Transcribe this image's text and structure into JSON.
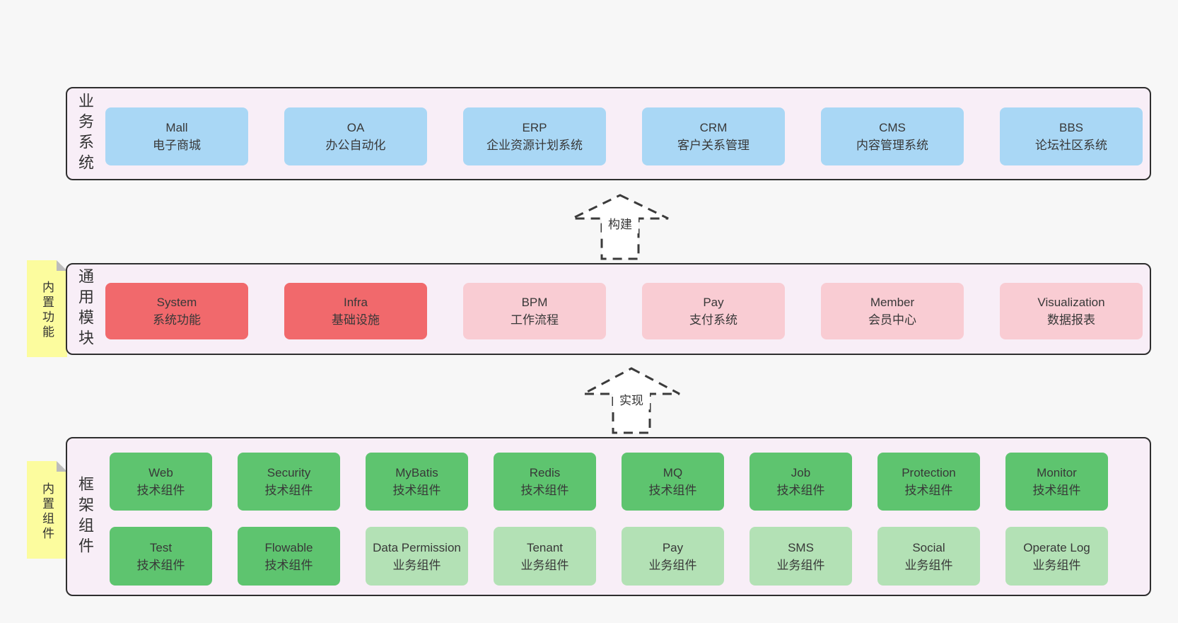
{
  "colors": {
    "background": "#f7f7f7",
    "panel_fill": "#f8eef7",
    "panel_border": "#2e2e2e",
    "blue_box": "#a9d7f5",
    "red_box": "#f1696c",
    "pink_box": "#f9ccd3",
    "green_dark_box": "#5ec46f",
    "green_light_box": "#b3e1b5",
    "sticky_note": "#fcfc9e",
    "text": "#3a3a3a"
  },
  "arrows": [
    {
      "label": "构建"
    },
    {
      "label": "实现"
    }
  ],
  "layers": [
    {
      "side_label": "业务系统",
      "boxes": [
        {
          "name": "Mall",
          "desc": "电子商城"
        },
        {
          "name": "OA",
          "desc": "办公自动化"
        },
        {
          "name": "ERP",
          "desc": "企业资源计划系统"
        },
        {
          "name": "CRM",
          "desc": "客户关系管理"
        },
        {
          "name": "CMS",
          "desc": "内容管理系统"
        },
        {
          "name": "BBS",
          "desc": "论坛社区系统"
        }
      ]
    },
    {
      "side_label": "通用模块",
      "note": "内置功能",
      "boxes": [
        {
          "name": "System",
          "desc": "系统功能"
        },
        {
          "name": "Infra",
          "desc": "基础设施"
        },
        {
          "name": "BPM",
          "desc": "工作流程"
        },
        {
          "name": "Pay",
          "desc": "支付系统"
        },
        {
          "name": "Member",
          "desc": "会员中心"
        },
        {
          "name": "Visualization",
          "desc": "数据报表"
        }
      ]
    },
    {
      "side_label": "框架组件",
      "note": "内置组件",
      "rows": [
        [
          {
            "name": "Web",
            "desc": "技术组件"
          },
          {
            "name": "Security",
            "desc": "技术组件"
          },
          {
            "name": "MyBatis",
            "desc": "技术组件"
          },
          {
            "name": "Redis",
            "desc": "技术组件"
          },
          {
            "name": "MQ",
            "desc": "技术组件"
          },
          {
            "name": "Job",
            "desc": "技术组件"
          },
          {
            "name": "Protection",
            "desc": "技术组件"
          },
          {
            "name": "Monitor",
            "desc": "技术组件"
          }
        ],
        [
          {
            "name": "Test",
            "desc": "技术组件"
          },
          {
            "name": "Flowable",
            "desc": "技术组件"
          },
          {
            "name": "Data Permission",
            "desc": "业务组件"
          },
          {
            "name": "Tenant",
            "desc": "业务组件"
          },
          {
            "name": "Pay",
            "desc": "业务组件"
          },
          {
            "name": "SMS",
            "desc": "业务组件"
          },
          {
            "name": "Social",
            "desc": "业务组件"
          },
          {
            "name": "Operate Log",
            "desc": "业务组件"
          }
        ]
      ]
    }
  ]
}
